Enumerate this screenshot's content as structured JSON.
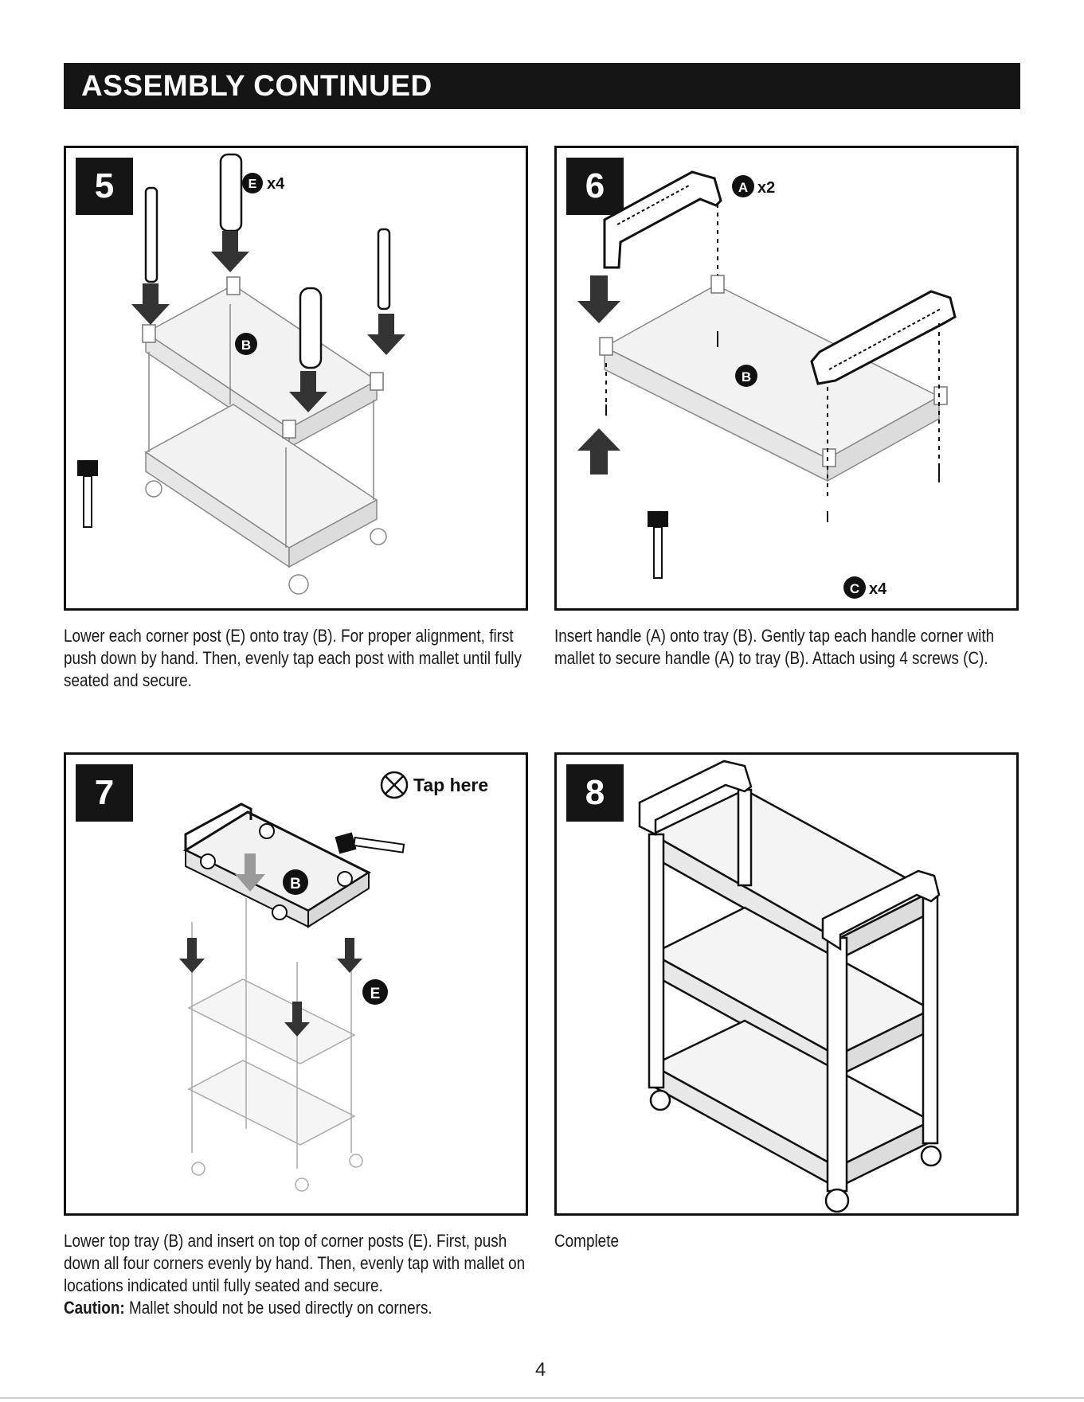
{
  "header": {
    "title": "ASSEMBLY CONTINUED"
  },
  "steps": [
    {
      "number": "5",
      "parts": {
        "post_letter": "E",
        "post_qty": "x4",
        "tray_letter": "B"
      },
      "caption": "Lower each corner post (E) onto tray (B). For proper alignment, first push down by hand. Then, evenly tap each post with mallet until fully seated and secure."
    },
    {
      "number": "6",
      "parts": {
        "handle_letter": "A",
        "handle_qty": "x2",
        "tray_letter": "B",
        "screw_letter": "C",
        "screw_qty": "x4"
      },
      "caption": "Insert handle (A) onto tray (B). Gently tap each handle corner with mallet to secure handle (A) to tray (B). Attach using 4 screws (C)."
    },
    {
      "number": "7",
      "parts": {
        "tap_label": "Tap here",
        "tray_letter": "B",
        "post_letter": "E"
      },
      "caption": "Lower top tray (B) and insert on top of corner posts (E). First, push down all four corners evenly by hand. Then, evenly tap with mallet on locations indicated until fully seated and secure.",
      "caution_label": "Caution:",
      "caution_text": " Mallet should not be used directly on corners."
    },
    {
      "number": "8",
      "caption": "Complete"
    }
  ],
  "page_number": "4"
}
